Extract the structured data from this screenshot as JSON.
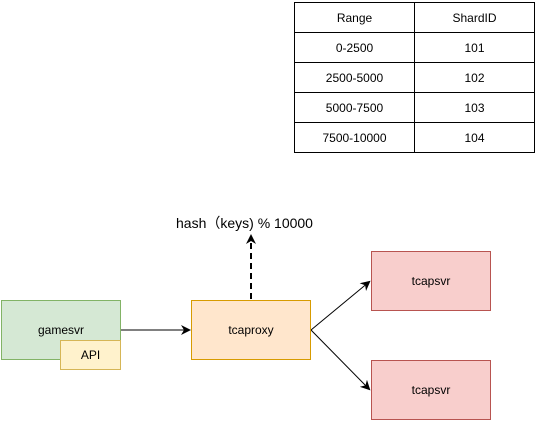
{
  "table": {
    "headers": [
      "Range",
      "ShardID"
    ],
    "rows": [
      [
        "0-2500",
        "101"
      ],
      [
        "2500-5000",
        "102"
      ],
      [
        "5000-7500",
        "103"
      ],
      [
        "7500-10000",
        "104"
      ]
    ]
  },
  "nodes": {
    "gamesvr": "gamesvr",
    "api": "API",
    "tcaproxy": "tcaproxy",
    "tcapsvr_top": "tcapsvr",
    "tcapsvr_bottom": "tcapsvr"
  },
  "hash_label": "hash（keys) % 10000",
  "colors": {
    "gamesvr_fill": "#d5e8d4",
    "gamesvr_stroke": "#82b366",
    "api_fill": "#fff2cc",
    "api_stroke": "#d6b656",
    "tcaproxy_fill": "#ffe6cc",
    "tcaproxy_stroke": "#d79b00",
    "tcapsvr_fill": "#f8cecc",
    "tcapsvr_stroke": "#b85450"
  }
}
